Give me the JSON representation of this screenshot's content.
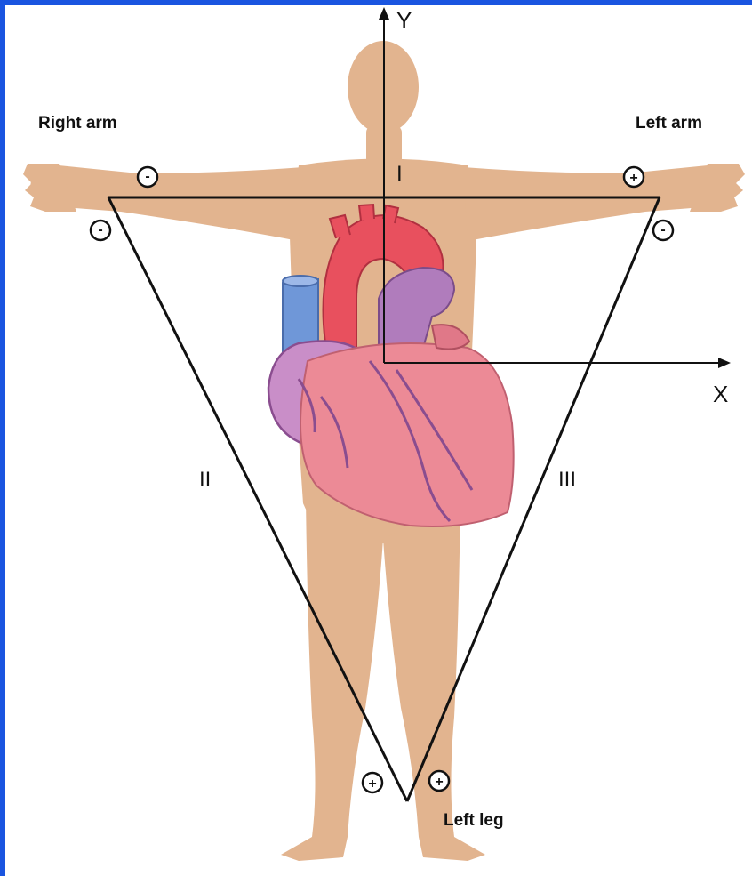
{
  "limbs": {
    "right_arm": "Right arm",
    "left_arm": "Left arm",
    "left_leg": "Left leg"
  },
  "axes": {
    "x": "X",
    "y": "Y"
  },
  "leads": {
    "lead_1": "I",
    "lead_2": "II",
    "lead_3": "III"
  },
  "electrodes": {
    "right_arm_upper": "-",
    "right_arm_lower": "-",
    "left_arm_upper": "+",
    "left_arm_lower": "-",
    "left_leg_left": "+",
    "left_leg_right": "+"
  },
  "colors": {
    "frame": "#1a55e0",
    "skin": "#e2b48f",
    "heart": "#ec8a96",
    "aorta": "#e8505e",
    "vein": "#6f97d8",
    "pulmonary": "#b07cbc"
  }
}
